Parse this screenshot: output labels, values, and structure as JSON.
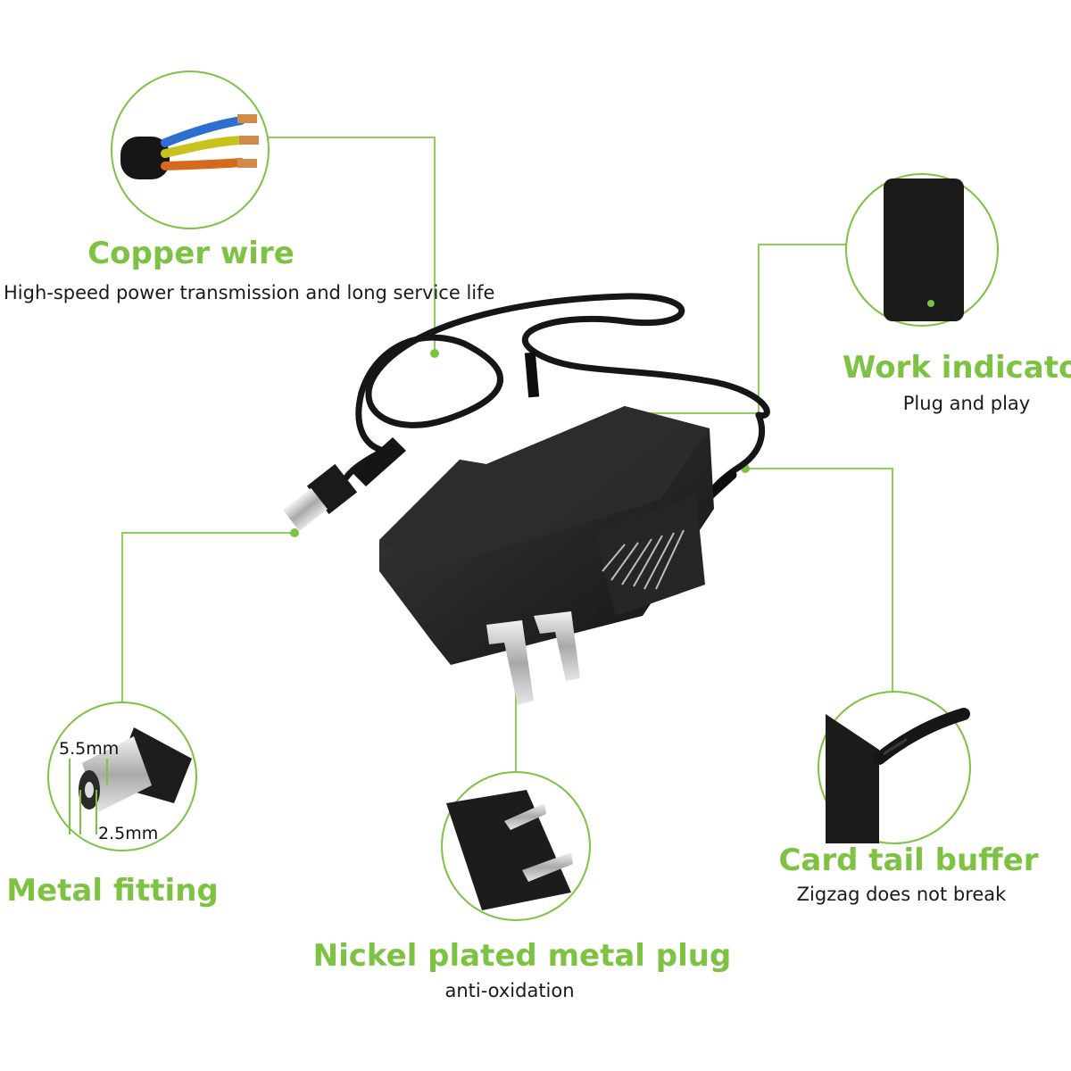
{
  "features": [
    {
      "id": "copper-wire",
      "title": "Copper wire",
      "subtitle": "High-speed power transmission and long service life"
    },
    {
      "id": "work-indicator",
      "title": "Work indicator",
      "subtitle": "Plug and play"
    },
    {
      "id": "metal-fitting",
      "title": "Metal fitting",
      "subtitle": ""
    },
    {
      "id": "card-tail-buffer",
      "title": "Card tail buffer",
      "subtitle": "Zigzag does not break"
    },
    {
      "id": "nickel-plug",
      "title": "Nickel plated metal plug",
      "subtitle": "anti-oxidation"
    }
  ],
  "dimensions": {
    "outer": "5.5mm",
    "inner": "2.5mm"
  },
  "colors": {
    "accent": "#7dc242",
    "line": "#8ccf5a",
    "adapter": "#1f1f1f",
    "text": "#1a1a1a"
  }
}
